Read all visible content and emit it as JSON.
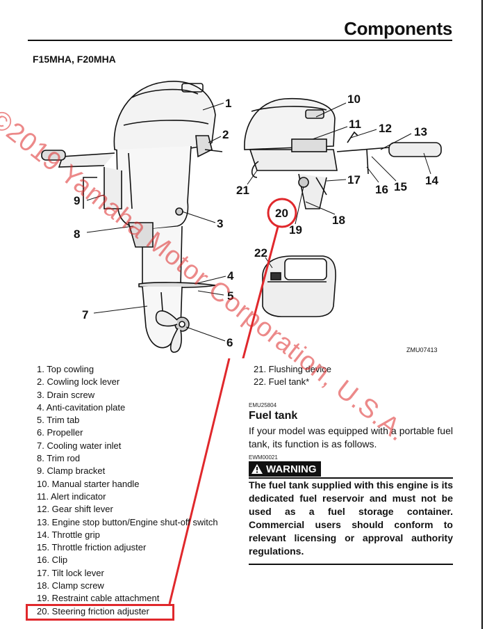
{
  "page": {
    "title": "Components",
    "model": "F15MHA, F20MHA",
    "figure_code": "ZMU07413",
    "watermark": "©2019 Yamaha Motor Corporation, U.S.A."
  },
  "callouts": [
    "1",
    "2",
    "3",
    "4",
    "5",
    "6",
    "7",
    "8",
    "9",
    "10",
    "11",
    "12",
    "13",
    "14",
    "15",
    "16",
    "17",
    "18",
    "19",
    "20",
    "21",
    "22"
  ],
  "parts_list": [
    "1. Top cowling",
    "2. Cowling lock lever",
    "3. Drain screw",
    "4. Anti-cavitation plate",
    "5. Trim tab",
    "6. Propeller",
    "7. Cooling water inlet",
    "8. Trim rod",
    "9. Clamp bracket",
    "10. Manual starter handle",
    "11. Alert indicator",
    "12. Gear shift lever",
    "13. Engine stop button/Engine shut-off switch",
    "14. Throttle grip",
    "15. Throttle friction adjuster",
    "16. Clip",
    "17. Tilt lock lever",
    "18. Clamp screw",
    "19. Restraint cable attachment",
    "20. Steering friction adjuster",
    "21. Flushing device",
    "22. Fuel tank*"
  ],
  "fuel_tank": {
    "code": "EMU25804",
    "heading": "Fuel tank",
    "text": "If your model was equipped with a portable fuel tank, its function is as follows.",
    "warning_code": "EWM00021",
    "warning_label": "WARNING",
    "warning_text": "The fuel tank supplied with this engine is its dedicated fuel reservoir and must not be used as a fuel storage container. Commercial users should conform to relevant licensing or approval authority regulations."
  },
  "colors": {
    "highlight": "#e0282c",
    "watermark": "#dc2828"
  }
}
